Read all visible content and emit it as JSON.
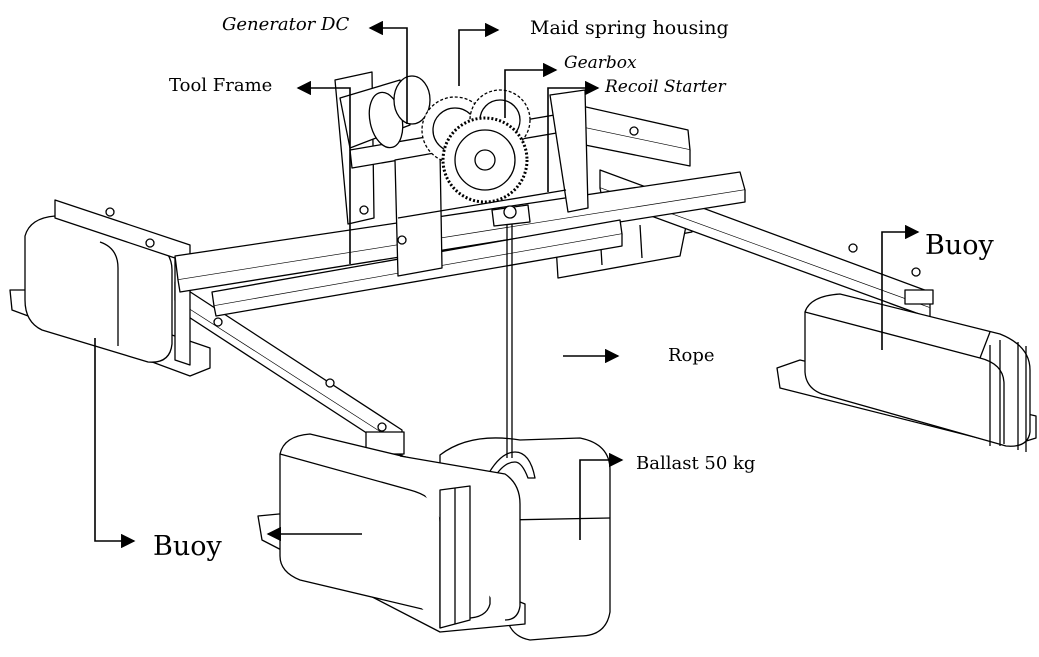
{
  "labels": {
    "generator": "Generator DC",
    "spring_housing": "Maid spring housing",
    "gearbox": "Gearbox",
    "recoil_starter": "Recoil Starter",
    "tool_frame": "Tool Frame",
    "buoy_right": "Buoy",
    "rope": "Rope",
    "ballast": "Ballast 50 kg",
    "buoy_left": "Buoy"
  },
  "colors": {
    "line": "#000000",
    "fill": "#ffffff",
    "shade": "#d9d9d9"
  }
}
